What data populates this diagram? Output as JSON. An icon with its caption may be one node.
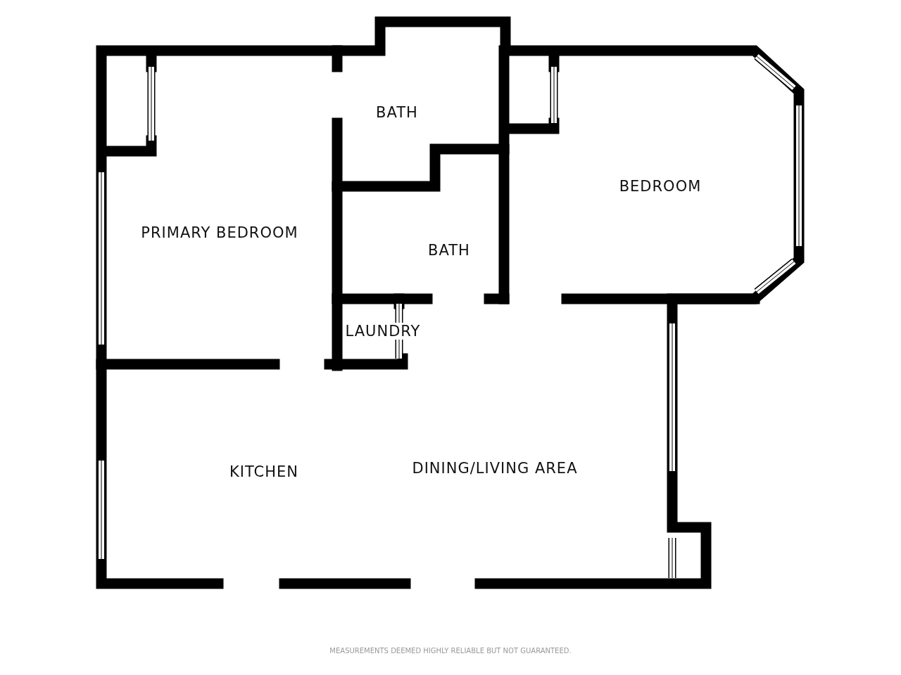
{
  "diagram": {
    "caption": "MEASUREMENTS DEEMED HIGHLY RELIABLE BUT NOT GUARANTEED.",
    "labels": [
      "BATH",
      "BEDROOM",
      "PRIMARY BEDROOM",
      "BATH",
      "LAUNDRY",
      "KITCHEN",
      "DINING/LIVING AREA"
    ]
  }
}
